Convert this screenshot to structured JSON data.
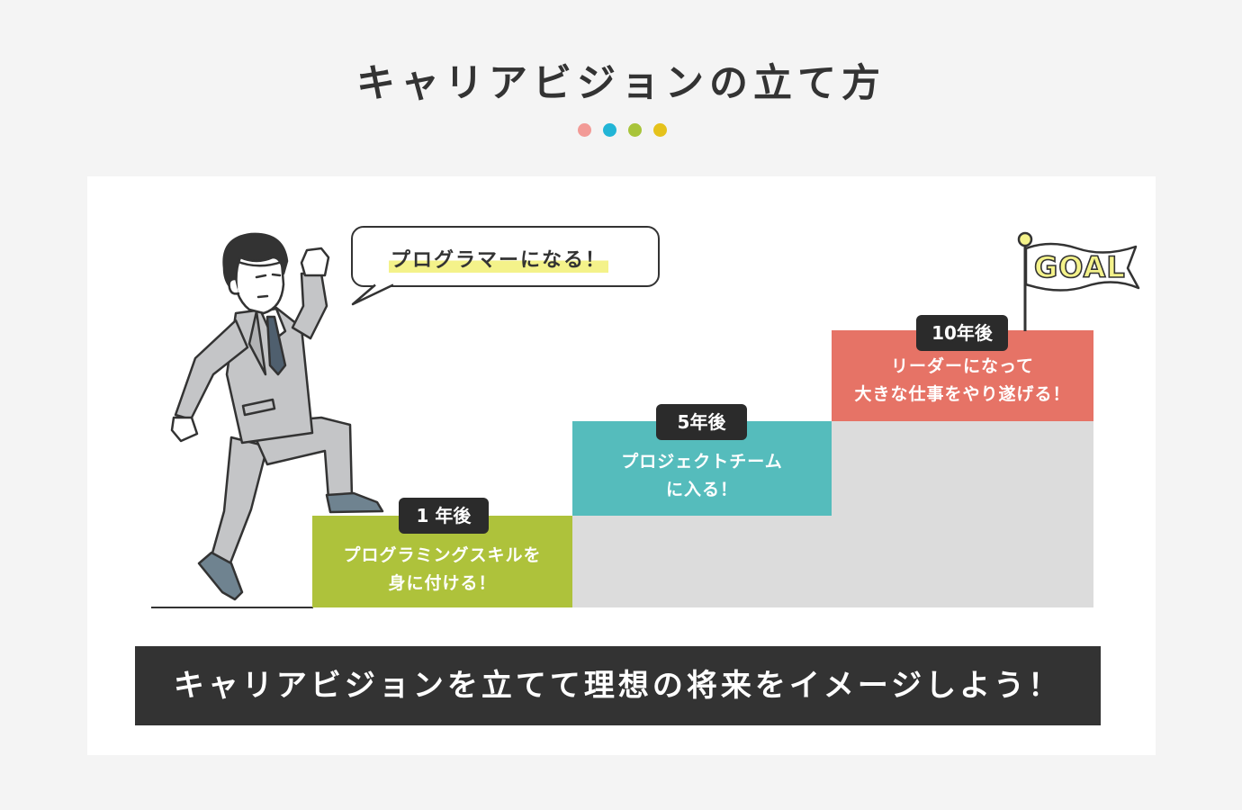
{
  "title": "キャリアビジョンの立て方",
  "dots": [
    "#f29a96",
    "#22b5d6",
    "#a8c43a",
    "#e5c21b"
  ],
  "speech": "プログラマーになる！",
  "goal_flag": "GOAL",
  "steps": [
    {
      "tag": "1 年後",
      "line1": "プログラミングスキルを",
      "line2": "身に付ける！",
      "color": "#aec23b"
    },
    {
      "tag": "5年後",
      "line1": "プロジェクトチーム",
      "line2": "に入る！",
      "color": "#55bcbc"
    },
    {
      "tag": "10年後",
      "line1": "リーダーになって",
      "line2": "大きな仕事をやり遂げる！",
      "color": "#e67366"
    }
  ],
  "banner": "キャリアビジョンを立てて理想の将来をイメージしよう！"
}
